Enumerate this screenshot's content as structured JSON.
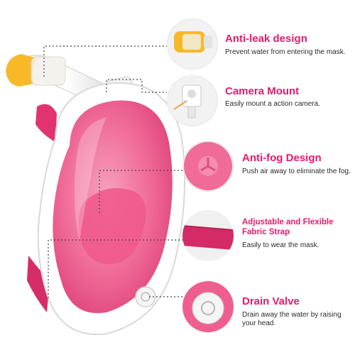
{
  "features": [
    {
      "title": "Anti-leak design",
      "desc": "Prevent water from entering the mask.",
      "icon": "snorkel-valve-icon"
    },
    {
      "title": "Camera Mount",
      "desc": "Easily mount a action camera.",
      "icon": "camera-mount-icon"
    },
    {
      "title": "Anti-fog Design",
      "desc": "Push air away to eliminate the fog.",
      "icon": "air-vent-icon"
    },
    {
      "title": "Adjustable and Flexible Fabric Strap",
      "desc": "Easily to wear the mask.",
      "icon": "fabric-strap-icon"
    },
    {
      "title": "Drain Valve",
      "desc": "Drain away the water by raising your head.",
      "icon": "drain-valve-icon"
    }
  ],
  "colors": {
    "accent": "#e8196f",
    "lens": "#f06b98",
    "frame": "#ffffff",
    "snorkel_tip": "#f7b928"
  }
}
